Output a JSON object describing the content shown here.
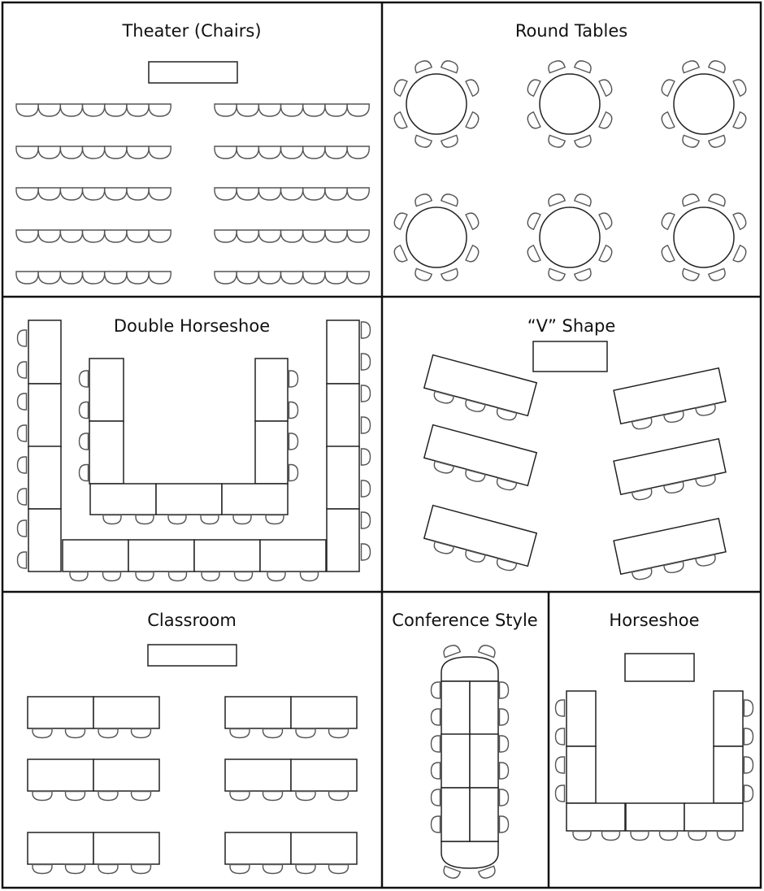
{
  "panels": {
    "theater": {
      "title": "Theater (Chairs)"
    },
    "round_tables": {
      "title": "Round Tables"
    },
    "double_horseshoe": {
      "title": "Double Horseshoe"
    },
    "v_shape": {
      "title": "“V” Shape"
    },
    "classroom": {
      "title": "Classroom"
    },
    "conference": {
      "title": "Conference Style"
    },
    "horseshoe": {
      "title": "Horseshoe"
    }
  },
  "colors": {
    "line": "#222222",
    "chair": "#555555",
    "background": "#ffffff"
  }
}
